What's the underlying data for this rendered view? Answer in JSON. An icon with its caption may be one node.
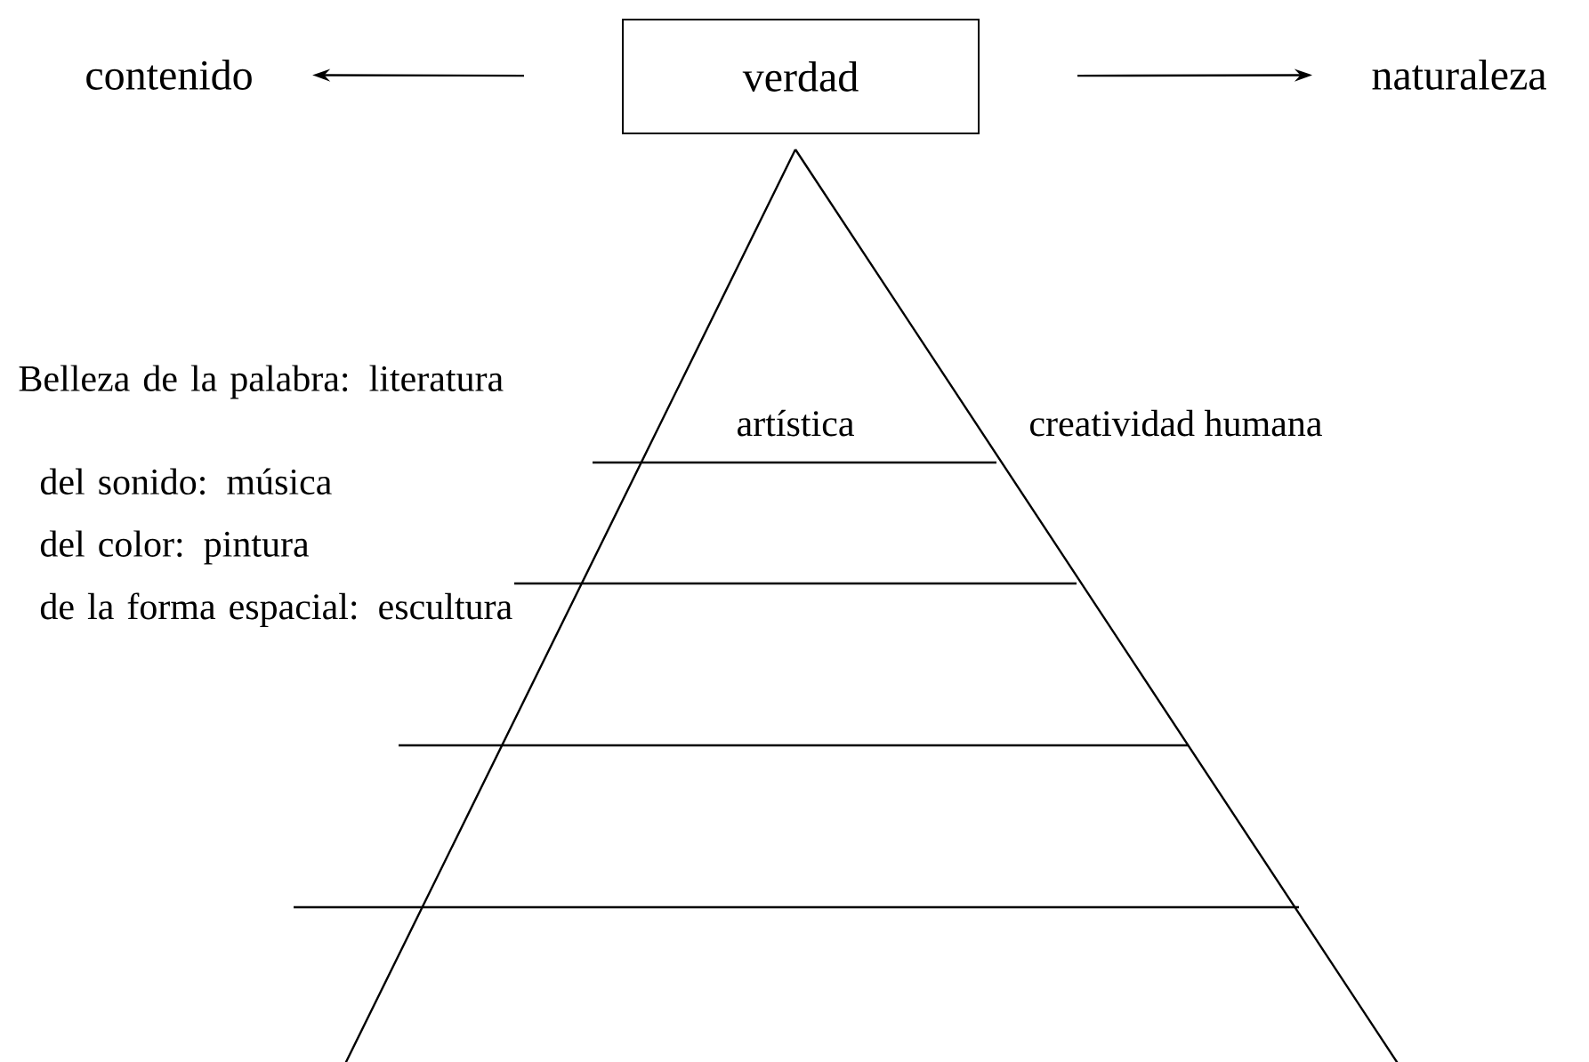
{
  "diagram": {
    "nodes": [
      {
        "text": [
          "verdad"
        ]
      },
      {
        "text": [
          "contenido"
        ]
      },
      {
        "text": [
          "naturaleza"
        ]
      }
    ],
    "edges": [
      {
        "from": 0,
        "to": 1,
        "arrow": "to"
      },
      {
        "from": 0,
        "to": 2,
        "arrow": "to"
      }
    ],
    "labels": [
      "Belleza de la palabra: literatura",
      "del sonido: música",
      "del color: pintura",
      "de la forma espacial: escultura",
      "artística",
      "creatividad humana"
    ]
  }
}
